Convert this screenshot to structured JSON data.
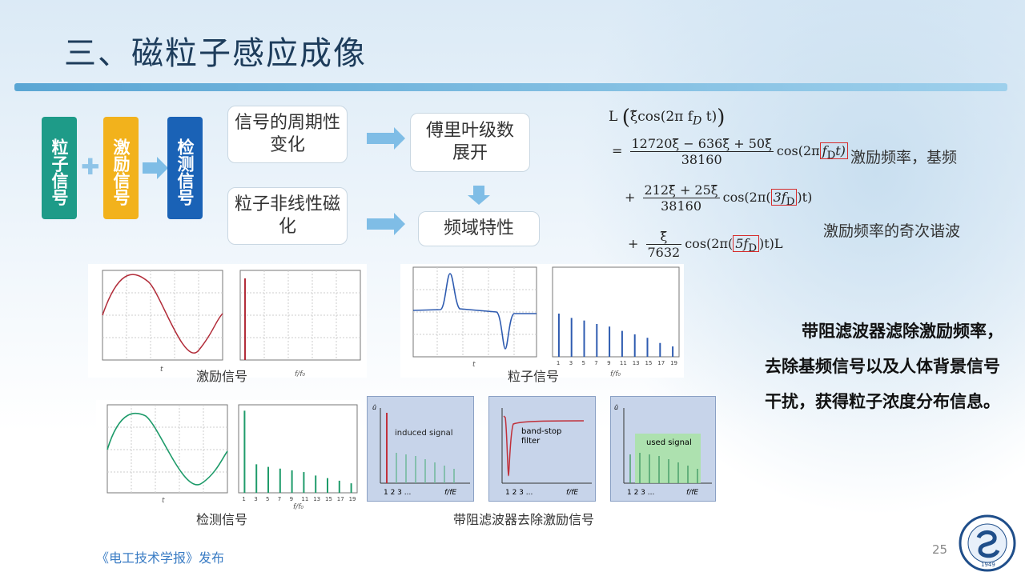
{
  "slide": {
    "title": "三、磁粒子感应成像",
    "page_number": "25",
    "footer": "《电工技术学报》发布"
  },
  "signal_boxes": [
    {
      "label": "粒子信号",
      "color": "#1e9b88"
    },
    {
      "label": "激励信号",
      "color": "#f2b21c"
    },
    {
      "label": "检测信号",
      "color": "#1a62b6"
    }
  ],
  "flow_boxes": {
    "periodic": "信号的周期性变化",
    "fourier": "傅里叶级数展开",
    "nonlinear": "粒子非线性磁化",
    "freq": "频域特性"
  },
  "equation": {
    "line1_prefix": "L",
    "line1_body": "ξ̃cos(2π f",
    "line1_sub": "D",
    "line1_suffix": " t)",
    "line2_num": "12720ξ̃ − 636ξ̃ + 50ξ̃",
    "line2_den": "38160",
    "line2_cos": "cos(2π",
    "line2_f": "f",
    "line2_sub": "D",
    "line2_t": "t)",
    "line3_num": "212ξ̃ + 25ξ̃",
    "line3_den": "38160",
    "line3_cos": "cos(2π(",
    "line3_f": "3f",
    "line3_sub": "D",
    "line3_t": ")t)",
    "line4_num": "ξ̃",
    "line4_den": "7632",
    "line4_cos": "cos(2π(",
    "line4_f": "5f",
    "line4_sub": "D",
    "line4_t": ")t)L",
    "note_fundamental": "激励频率，基频",
    "note_harmonics": "激励频率的奇次谐波"
  },
  "charts": {
    "excitation_caption": "激励信号",
    "particle_caption": "粒子信号",
    "detection_caption": "检测信号",
    "filter_caption": "带阻滤波器去除激励信号",
    "x_axis_t": "t",
    "x_axis_f": "f/f₀",
    "spectrum_ticks": [
      "1",
      "3",
      "5",
      "7",
      "9",
      "11",
      "13",
      "15",
      "17",
      "19"
    ],
    "spectrum_particle_values": [
      0.5,
      0.45,
      0.42,
      0.38,
      0.35,
      0.3,
      0.26,
      0.22,
      0.16,
      0.12
    ],
    "spectrum_detection_values": [
      0.95,
      0.33,
      0.3,
      0.28,
      0.26,
      0.24,
      0.2,
      0.17,
      0.14,
      0.11
    ],
    "induced_label": "induced signal",
    "bandstop_label": "band-stop",
    "bandstop_label2": "filter",
    "used_label": "used signal",
    "filter_xlabel": "f/fE",
    "filter_ticks": "1  2  3 ...",
    "filter_ylabel": "û"
  },
  "description_text": "带阻滤波器滤除激励频率，去除基频信号以及人体背景信号干扰，获得粒子浓度分布信息。",
  "logo": {
    "text": "1949"
  }
}
